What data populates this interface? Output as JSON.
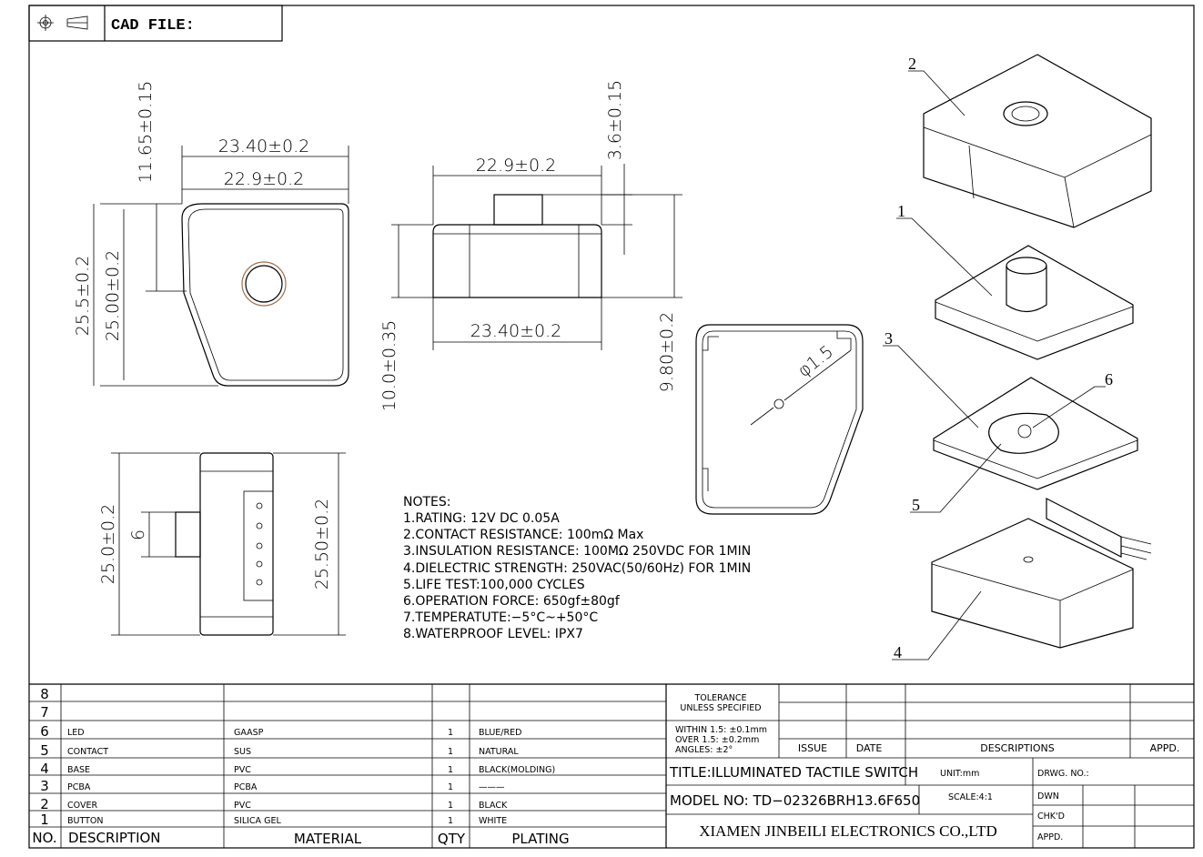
{
  "header": {
    "cad_label": "CAD FILE:",
    "icons": [
      "projection-symbol-icon"
    ]
  },
  "dimensions": {
    "top_width_outer": "23.40±0.2",
    "top_width_inner": "22.9±0.2",
    "top_offset": "11.65±0.15",
    "top_height_outer": "25.5±0.2",
    "top_height_inner": "25.00±0.2",
    "front_width_top": "22.9±0.2",
    "front_button": "3.6±0.15",
    "front_width_bottom": "23.40±0.2",
    "front_height_left": "10.0±0.35",
    "front_height_right": "9.80±0.2",
    "hole_dia": "φ1.5",
    "bottom_height": "25.0±0.2",
    "bottom_stub": "6",
    "bottom_height_right": "25.50±0.2"
  },
  "callouts": [
    "2",
    "1",
    "3",
    "6",
    "5",
    "4"
  ],
  "notes": {
    "title": "NOTES:",
    "items": [
      "1.RATING: 12V DC 0.05A",
      "2.CONTACT RESISTANCE: 100mΩ Max",
      "3.INSULATION RESISTANCE: 100MΩ 250VDC FOR 1MIN",
      "4.DIELECTRIC STRENGTH: 250VAC(50/60Hz) FOR 1MIN",
      "5.LIFE TEST:100,000 CYCLES",
      "6.OPERATION FORCE: 650gf±80gf",
      "7.TEMPERATUTE:−5°C~+50°C",
      "8.WATERPROOF LEVEL: IPX7"
    ]
  },
  "bom": {
    "headers": [
      "NO.",
      "DESCRIPTION",
      "MATERIAL",
      "QTY",
      "PLATING"
    ],
    "rows": [
      [
        "8",
        "",
        "",
        "",
        ""
      ],
      [
        "7",
        "",
        "",
        "",
        ""
      ],
      [
        "6",
        "LED",
        "GAASP",
        "1",
        "BLUE/RED"
      ],
      [
        "5",
        "CONTACT",
        "SUS",
        "1",
        "NATURAL"
      ],
      [
        "4",
        "BASE",
        "PVC",
        "1",
        "BLACK(MOLDING)"
      ],
      [
        "3",
        "PCBA",
        "PCBA",
        "1",
        "———"
      ],
      [
        "2",
        "COVER",
        "PVC",
        "1",
        "BLACK"
      ],
      [
        "1",
        "BUTTON",
        "SILICA GEL",
        "1",
        "WHITE"
      ]
    ]
  },
  "title_block": {
    "tolerance_1": "TOLERANCE",
    "tolerance_2": "UNLESS SPECIFIED",
    "within": "WITHIN 1.5: ±0.1mm",
    "over": "OVER 1.5:  ±0.2mm",
    "angles": "ANGLES: ±2°",
    "issue": "ISSUE",
    "date": "DATE",
    "descriptions": "DESCRIPTIONS",
    "appd_rev": "APPD.",
    "title": "TITLE:ILLUMINATED TACTILE SWITCH",
    "unit": "UNIT:mm",
    "drwg_no": "DRWG. NO.:",
    "model": "MODEL NO: TD−02326BRH13.6F650",
    "scale": "SCALE:4:1",
    "dwn": "DWN",
    "chkd": "CHK'D",
    "appd": "APPD.",
    "company": "XIAMEN JINBEILI ELECTRONICS CO.,LTD"
  }
}
